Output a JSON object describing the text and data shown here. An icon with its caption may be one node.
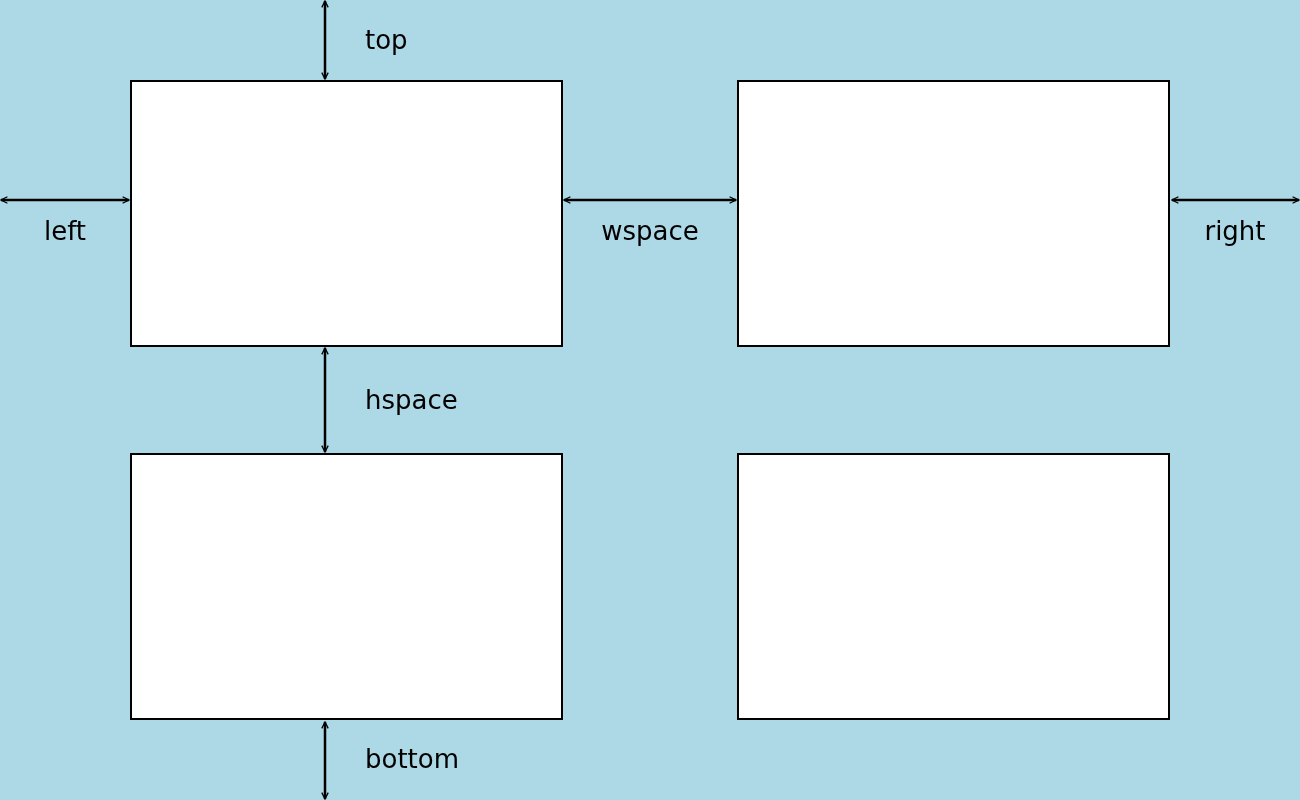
{
  "diagram": {
    "nodes": [
      {
        "text": [],
        "shape": "box"
      },
      {
        "text": [],
        "shape": "box"
      },
      {
        "text": [],
        "shape": "box"
      },
      {
        "text": [],
        "shape": "box"
      }
    ],
    "edges": [
      {
        "from": 0,
        "to": 1,
        "arrow": "both",
        "label": "wspace"
      },
      {
        "from": 0,
        "to": 2,
        "arrow": "both",
        "label": "hspace"
      }
    ],
    "labels": [
      "top",
      "left",
      "right",
      "bottom"
    ]
  }
}
